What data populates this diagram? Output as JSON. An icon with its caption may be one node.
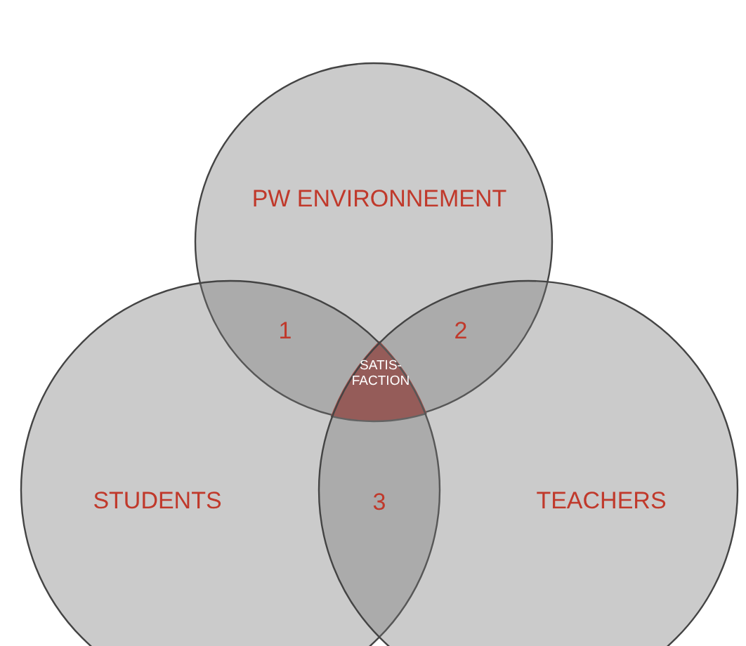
{
  "diagram": {
    "nodes": [
      {
        "text": [
          "PW ENVIRONNEMENT"
        ]
      },
      {
        "text": [
          "STUDENTS"
        ]
      },
      {
        "text": [
          "TEACHERS"
        ]
      },
      {
        "text": [
          "SATIS-FACTION"
        ],
        "in": 0
      }
    ],
    "labels": [
      "1",
      "2",
      "3"
    ]
  }
}
